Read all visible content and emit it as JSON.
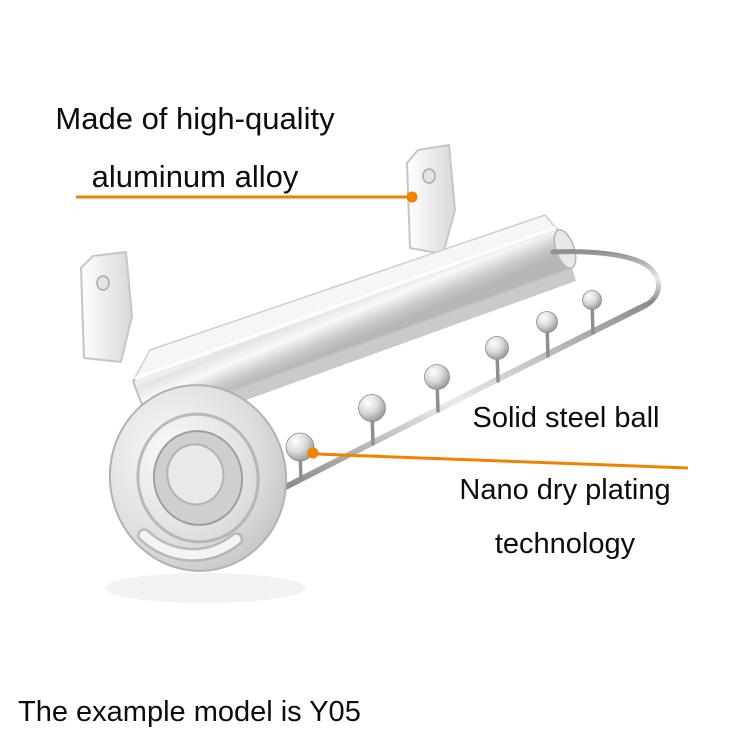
{
  "colors": {
    "accent": "#f08200",
    "text": "#0d0d0d",
    "background": "#ffffff"
  },
  "labels": {
    "material": {
      "line1": "Made of high-quality",
      "line2": "aluminum alloy"
    },
    "steel_ball": "Solid steel ball",
    "plating": {
      "line1": "Nano dry plating",
      "line2": "technology"
    },
    "model_note": "The example model is Y05"
  },
  "product": {
    "steel_ball_count": 6
  }
}
